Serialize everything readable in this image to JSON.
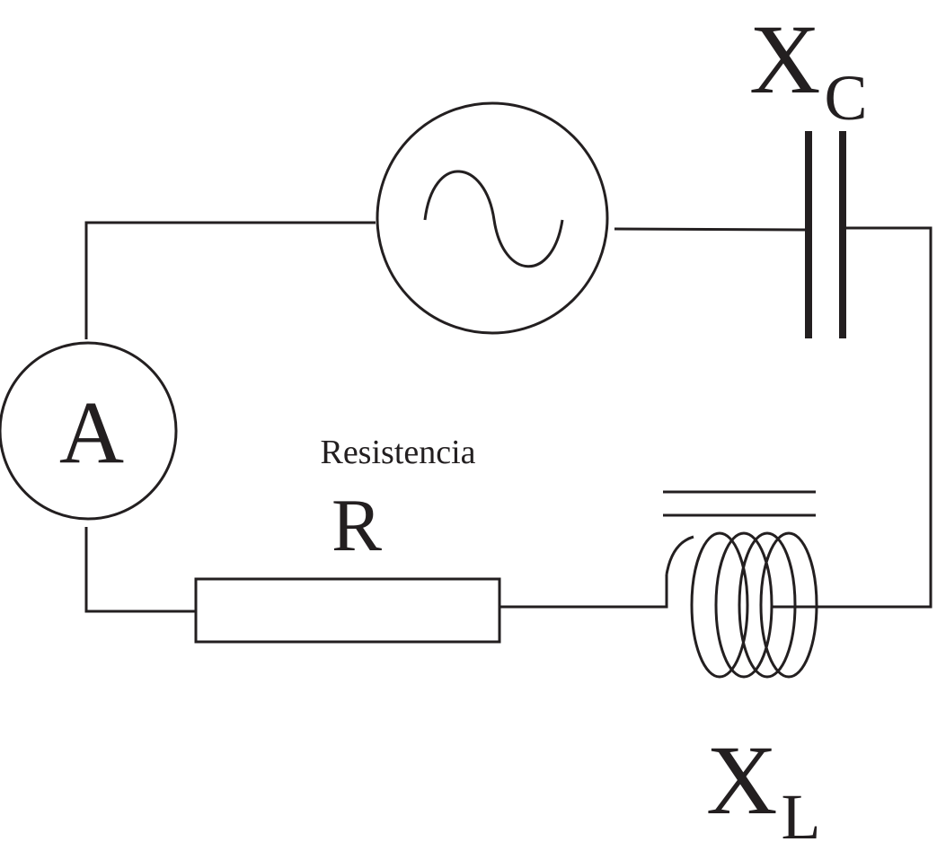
{
  "ammeter": {
    "symbol": "A"
  },
  "resistor": {
    "caption": "Resistencia",
    "symbol": "R"
  },
  "capacitor": {
    "symbol": "X",
    "subscript": "C"
  },
  "inductor": {
    "symbol": "X",
    "subscript": "L"
  },
  "colors": {
    "ink": "#231f20",
    "background": "#ffffff"
  }
}
